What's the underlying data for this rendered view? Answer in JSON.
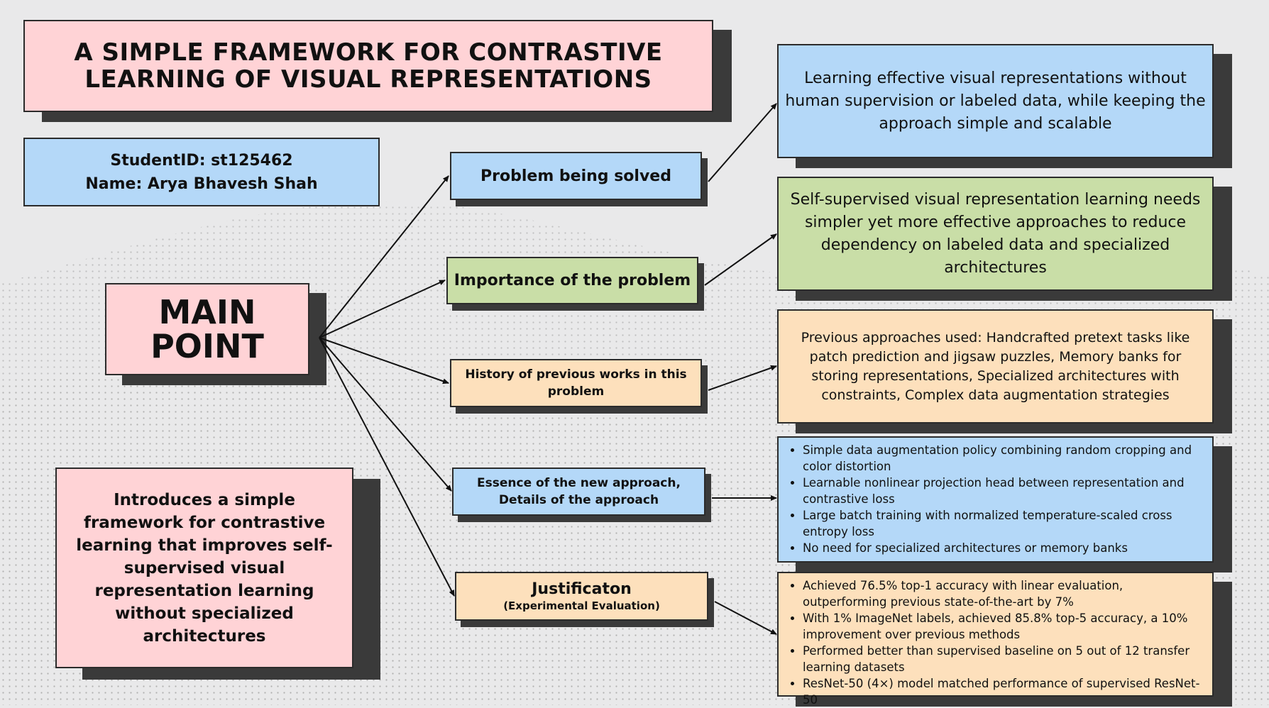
{
  "title": {
    "line1": "A SIMPLE FRAMEWORK FOR CONTRASTIVE",
    "line2": "LEARNING OF VISUAL REPRESENTATIONS"
  },
  "student": {
    "id_line": "StudentID: st125462",
    "name_line": "Name: Arya Bhavesh Shah"
  },
  "main_point": {
    "line1": "MAIN",
    "line2": "POINT"
  },
  "summary": "Introduces a simple framework for contrastive learning that improves self-supervised visual representation learning without specialized architectures",
  "branches": {
    "problem": "Problem being solved",
    "importance": "Importance of the problem",
    "history": "History of previous works in this problem",
    "essence": "Essence of the new approach, Details of the approach",
    "justification_title": "Justificaton",
    "justification_sub": "(Experimental Evaluation)"
  },
  "details": {
    "problem": "Learning effective visual representations without human supervision or labeled data, while keeping the approach simple and scalable",
    "importance": "Self-supervised visual representation learning needs simpler yet more effective approaches to reduce dependency on labeled data and specialized architectures",
    "history": "Previous approaches used: Handcrafted pretext tasks like patch prediction and jigsaw puzzles, Memory banks for storing representations, Specialized architectures with constraints, Complex data augmentation strategies",
    "essence": [
      "Simple data augmentation policy combining random cropping and color distortion",
      "Learnable nonlinear projection head between representation and contrastive loss",
      "Large batch training with normalized temperature-scaled cross entropy loss",
      "No need for specialized architectures or memory banks"
    ],
    "justification": [
      "Achieved 76.5% top-1 accuracy with linear evaluation, outperforming previous state-of-the-art by 7%",
      "With 1% ImageNet labels, achieved 85.8% top-5 accuracy, a 10% improvement over previous methods",
      "Performed better than supervised baseline on 5 out of 12 transfer learning datasets",
      "ResNet-50 (4×) model matched performance of supervised ResNet-50"
    ]
  },
  "colors": {
    "pink": "#ffd3d6",
    "blue": "#b4d8f8",
    "green": "#c9dea7",
    "peach": "#fde0bc",
    "shadow": "#3a3a3a"
  }
}
